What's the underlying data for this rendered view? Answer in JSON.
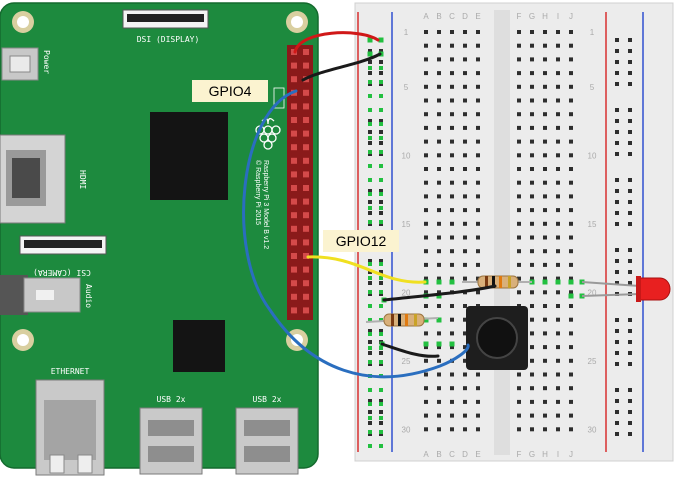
{
  "board": {
    "model_text": "Raspberry Pi 3 Model B v1.2",
    "copyright_text": "© Raspberry Pi 2015",
    "port_labels": {
      "power": "Power",
      "dsi": "DSI (DISPLAY)",
      "hdmi": "HDMI",
      "csi": "CSI (CAMERA)",
      "audio": "Audio",
      "ethernet": "ETHERNET",
      "usb1": "USB 2x",
      "usb2": "USB 2x"
    }
  },
  "callouts": {
    "gpio4": "GPIO4",
    "gpio12": "GPIO12"
  },
  "breadboard": {
    "column_letters_left": [
      "A",
      "B",
      "C",
      "D",
      "E"
    ],
    "column_letters_right": [
      "F",
      "G",
      "H",
      "I",
      "J"
    ],
    "row_numbers": [
      "1",
      "5",
      "10",
      "15",
      "20",
      "25",
      "30"
    ]
  },
  "colors": {
    "board_green": "#1d8a3e",
    "header_red": "#9a1b1b",
    "wire_red": "#d01818",
    "wire_black": "#1a1a1a",
    "wire_blue": "#2a6ebf",
    "wire_yellow": "#f0e020",
    "led_red": "#e82020"
  }
}
